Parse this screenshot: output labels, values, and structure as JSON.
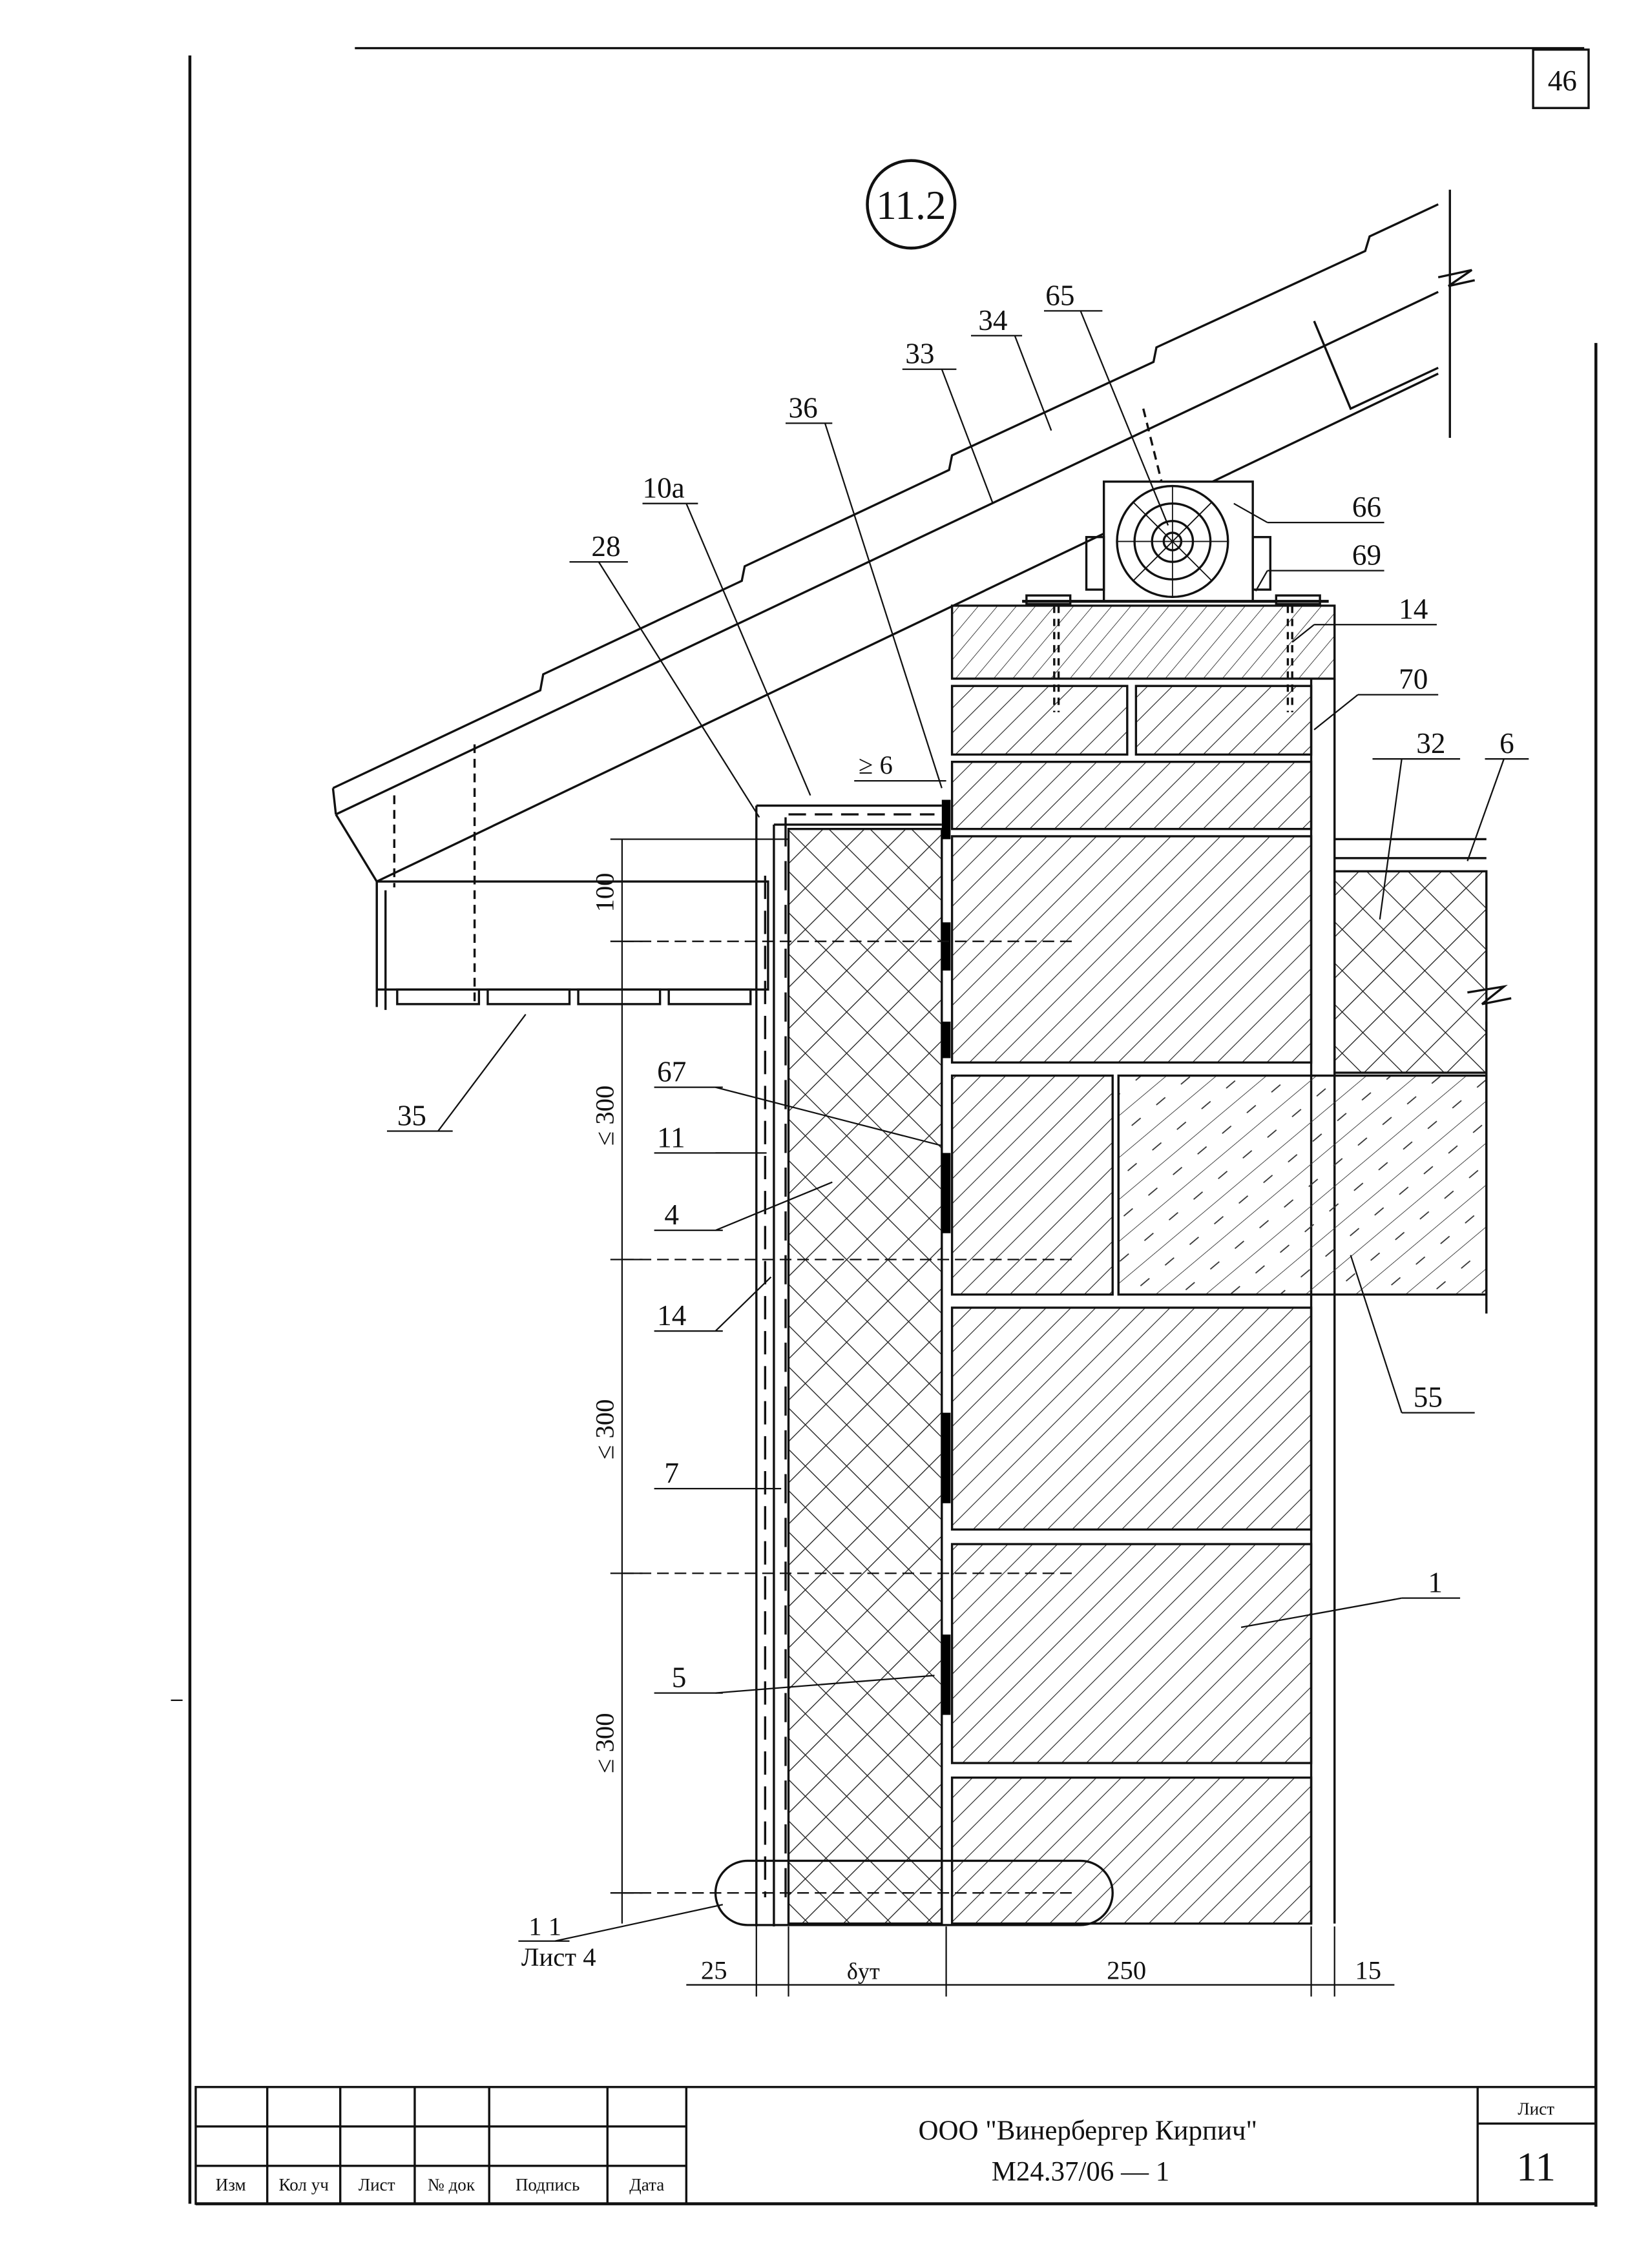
{
  "page_number": "46",
  "detail_number": "11.2",
  "callouts": {
    "c1": "1",
    "c4": "4",
    "c5": "5",
    "c6": "6",
    "c7": "7",
    "c10a": "10а",
    "c11": "11",
    "c14a": "14",
    "c14b": "14",
    "c28": "28",
    "c32": "32",
    "c33": "33",
    "c34": "34",
    "c35": "35",
    "c36": "36",
    "c55": "55",
    "c65": "65",
    "c66": "66",
    "c67": "67",
    "c69": "69",
    "c70": "70"
  },
  "dimensions": {
    "gap": "≥ 6",
    "d100": "100",
    "d300a": "≤ 300",
    "d300b": "≤ 300",
    "d300c": "≤ 300",
    "d25": "25",
    "dins": "δут",
    "d250": "250",
    "d15": "15"
  },
  "reference": {
    "line1": "1 1",
    "line2": "Лист 4"
  },
  "title_block": {
    "col_labels": [
      "Изм",
      "Кол уч",
      "Лист",
      "№ док",
      "Подпись",
      "Дата"
    ],
    "company": "ООО \"Винербергер Кирпич\"",
    "document_code": "М24.37/06  —  1",
    "sheet_label": "Лист",
    "sheet_number": "11"
  }
}
